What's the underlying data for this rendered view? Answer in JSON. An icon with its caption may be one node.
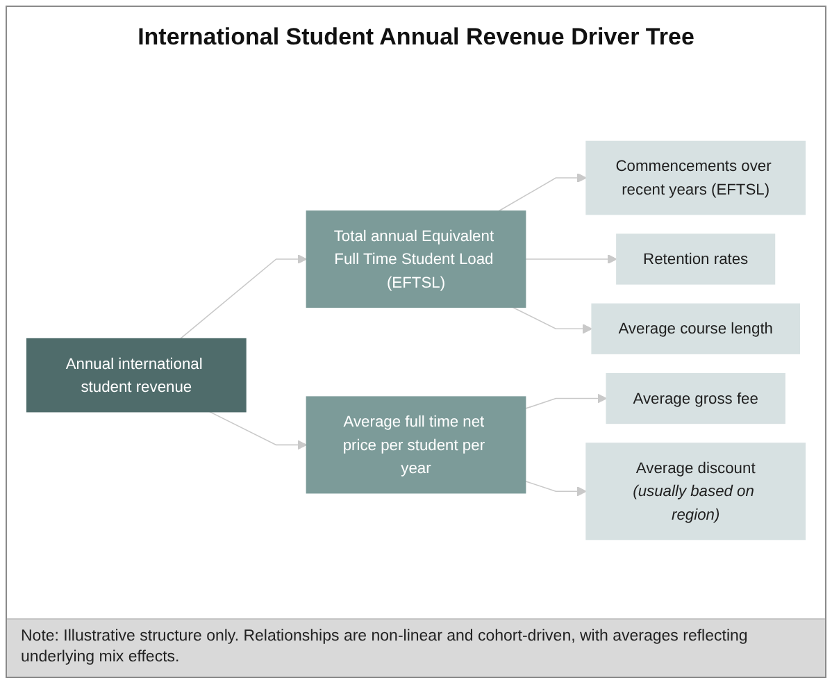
{
  "diagram": {
    "title": "International Student Annual Revenue Driver Tree",
    "nodes": [
      {
        "text": [
          "Annual international student revenue"
        ]
      },
      {
        "text": [
          "Total annual Equivalent Full Time Student Load (EFTSL)"
        ]
      },
      {
        "text": [
          "Average full time net price per student per year"
        ]
      },
      {
        "text": [
          "Commencements over recent years (EFTSL)"
        ]
      },
      {
        "text": [
          "Retention rates"
        ]
      },
      {
        "text": [
          "Average course length"
        ]
      },
      {
        "text": [
          "Average gross fee"
        ]
      },
      {
        "text": [
          "Average discount",
          "(usually based on region)"
        ]
      }
    ],
    "edges": [
      {
        "from": 0,
        "to": 1,
        "arrow": "to"
      },
      {
        "from": 0,
        "to": 2,
        "arrow": "to"
      },
      {
        "from": 1,
        "to": 3,
        "arrow": "to"
      },
      {
        "from": 1,
        "to": 4,
        "arrow": "to"
      },
      {
        "from": 1,
        "to": 5,
        "arrow": "to"
      },
      {
        "from": 2,
        "to": 6,
        "arrow": "to"
      },
      {
        "from": 2,
        "to": 7,
        "arrow": "to"
      }
    ],
    "caption": "Note: Illustrative structure only. Relationships are non-linear and cohort-driven, with averages reflecting underlying mix effects."
  }
}
